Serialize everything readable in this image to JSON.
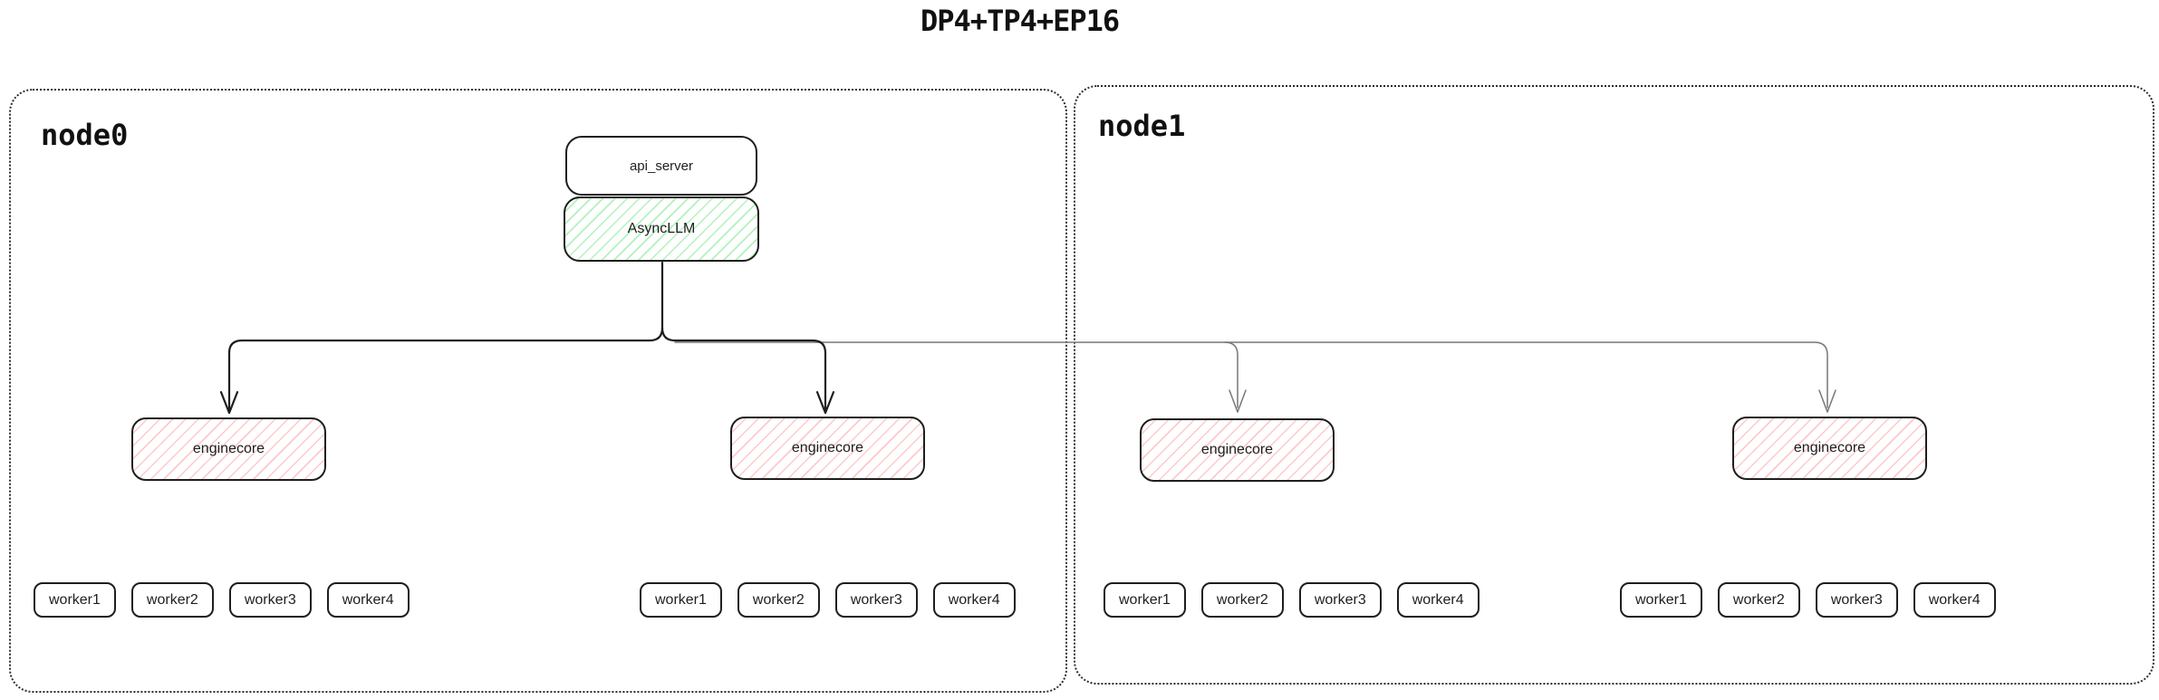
{
  "title": "DP4+TP4+EP16",
  "colors": {
    "stroke": "#1e1e1e",
    "green_hatch": "#b2f2bb",
    "red_hatch": "#ffc9c9",
    "thin_line": "#777777",
    "background": "#ffffff"
  },
  "nodes": [
    {
      "label": "node0",
      "api_server": {
        "label": "api_server"
      },
      "async_llm": {
        "label": "AsyncLLM"
      },
      "enginecores": [
        {
          "label": "enginecore"
        },
        {
          "label": "enginecore"
        }
      ],
      "worker_groups": [
        {
          "workers": [
            "worker1",
            "worker2",
            "worker3",
            "worker4"
          ]
        },
        {
          "workers": [
            "worker1",
            "worker2",
            "worker3",
            "worker4"
          ]
        }
      ]
    },
    {
      "label": "node1",
      "enginecores": [
        {
          "label": "enginecore"
        },
        {
          "label": "enginecore"
        }
      ],
      "worker_groups": [
        {
          "workers": [
            "worker1",
            "worker2",
            "worker3",
            "worker4"
          ]
        },
        {
          "workers": [
            "worker1",
            "worker2",
            "worker3",
            "worker4"
          ]
        }
      ]
    }
  ],
  "edges": [
    {
      "from": "AsyncLLM",
      "to": "node0/enginecore-1",
      "style": "solid-arrow"
    },
    {
      "from": "AsyncLLM",
      "to": "node0/enginecore-2",
      "style": "solid-arrow"
    },
    {
      "from": "AsyncLLM",
      "to": "node1/enginecore-1",
      "style": "thin-arrow"
    },
    {
      "from": "AsyncLLM",
      "to": "node1/enginecore-2",
      "style": "thin-arrow"
    }
  ]
}
